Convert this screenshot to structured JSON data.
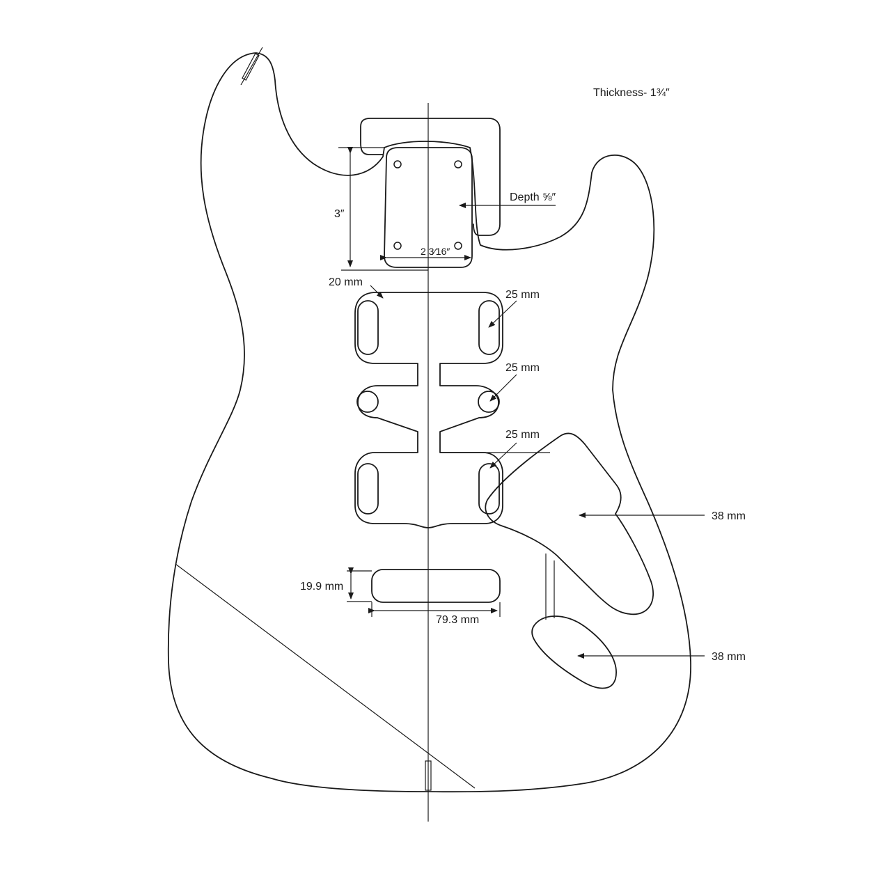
{
  "diagram": {
    "thickness_label": "Thickness- 1¾″",
    "neck_pocket": {
      "depth_label": "Depth ⅝″",
      "length_label": "3″",
      "width_label": "2 3⁄16″"
    },
    "pickups": {
      "top_left_label": "20 mm",
      "neck_label": "25 mm",
      "middle_label": "25 mm",
      "bridge_label": "25 mm"
    },
    "bridge_route": {
      "height_label": "19.9 mm",
      "width_label": "79.3 mm"
    },
    "control_cavity_label": "38 mm",
    "jack_cavity_label": "38 mm",
    "colors": {
      "line": "#1a1a1a",
      "background": "#ffffff"
    }
  }
}
